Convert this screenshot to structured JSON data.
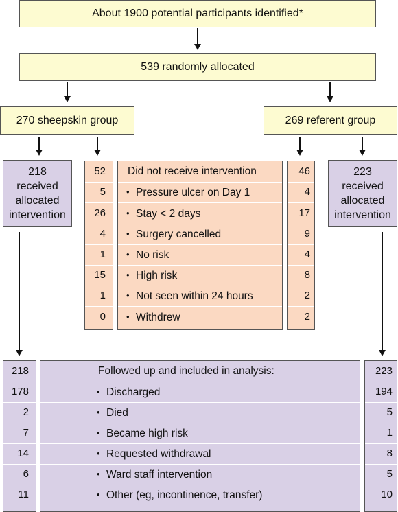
{
  "top": {
    "identified": "About 1900 potential participants identified*",
    "allocated": "539 randomly allocated"
  },
  "groups": {
    "sheepskin": "270 sheepskin group",
    "referent": "269 referent group"
  },
  "received": {
    "sheepskin": [
      "218",
      "received",
      "allocated",
      "intervention"
    ],
    "referent": [
      "223",
      "received",
      "allocated",
      "intervention"
    ]
  },
  "not_received": {
    "rows": [
      {
        "label": "Did not receive intervention",
        "bullet": false,
        "sheepskin": "52",
        "referent": "46"
      },
      {
        "label": "Pressure ulcer on Day 1",
        "bullet": true,
        "sheepskin": "5",
        "referent": "4"
      },
      {
        "label": "Stay < 2 days",
        "bullet": true,
        "sheepskin": "26",
        "referent": "17"
      },
      {
        "label": "Surgery cancelled",
        "bullet": true,
        "sheepskin": "4",
        "referent": "9"
      },
      {
        "label": "No risk",
        "bullet": true,
        "sheepskin": "1",
        "referent": "4"
      },
      {
        "label": "High risk",
        "bullet": true,
        "sheepskin": "15",
        "referent": "8"
      },
      {
        "label": "Not seen within 24 hours",
        "bullet": true,
        "sheepskin": "1",
        "referent": "2"
      },
      {
        "label": "Withdrew",
        "bullet": true,
        "sheepskin": "0",
        "referent": "2"
      }
    ]
  },
  "followup": {
    "rows": [
      {
        "label": "Followed up and included in analysis:",
        "bullet": false,
        "sheepskin": "218",
        "referent": "223"
      },
      {
        "label": "Discharged",
        "bullet": true,
        "sheepskin": "178",
        "referent": "194"
      },
      {
        "label": "Died",
        "bullet": true,
        "sheepskin": "2",
        "referent": "5"
      },
      {
        "label": "Became high risk",
        "bullet": true,
        "sheepskin": "7",
        "referent": "1"
      },
      {
        "label": "Requested withdrawal",
        "bullet": true,
        "sheepskin": "14",
        "referent": "8"
      },
      {
        "label": "Ward staff intervention",
        "bullet": true,
        "sheepskin": "6",
        "referent": "5"
      },
      {
        "label": "Other (eg, incontinence, transfer)",
        "bullet": true,
        "sheepskin": "11",
        "referent": "10"
      }
    ]
  },
  "bullet_char": "•",
  "colors": {
    "yellow": "#fdfbd1",
    "orange": "#fbd9c2",
    "purple": "#d9d0e6",
    "border": "#555555"
  }
}
